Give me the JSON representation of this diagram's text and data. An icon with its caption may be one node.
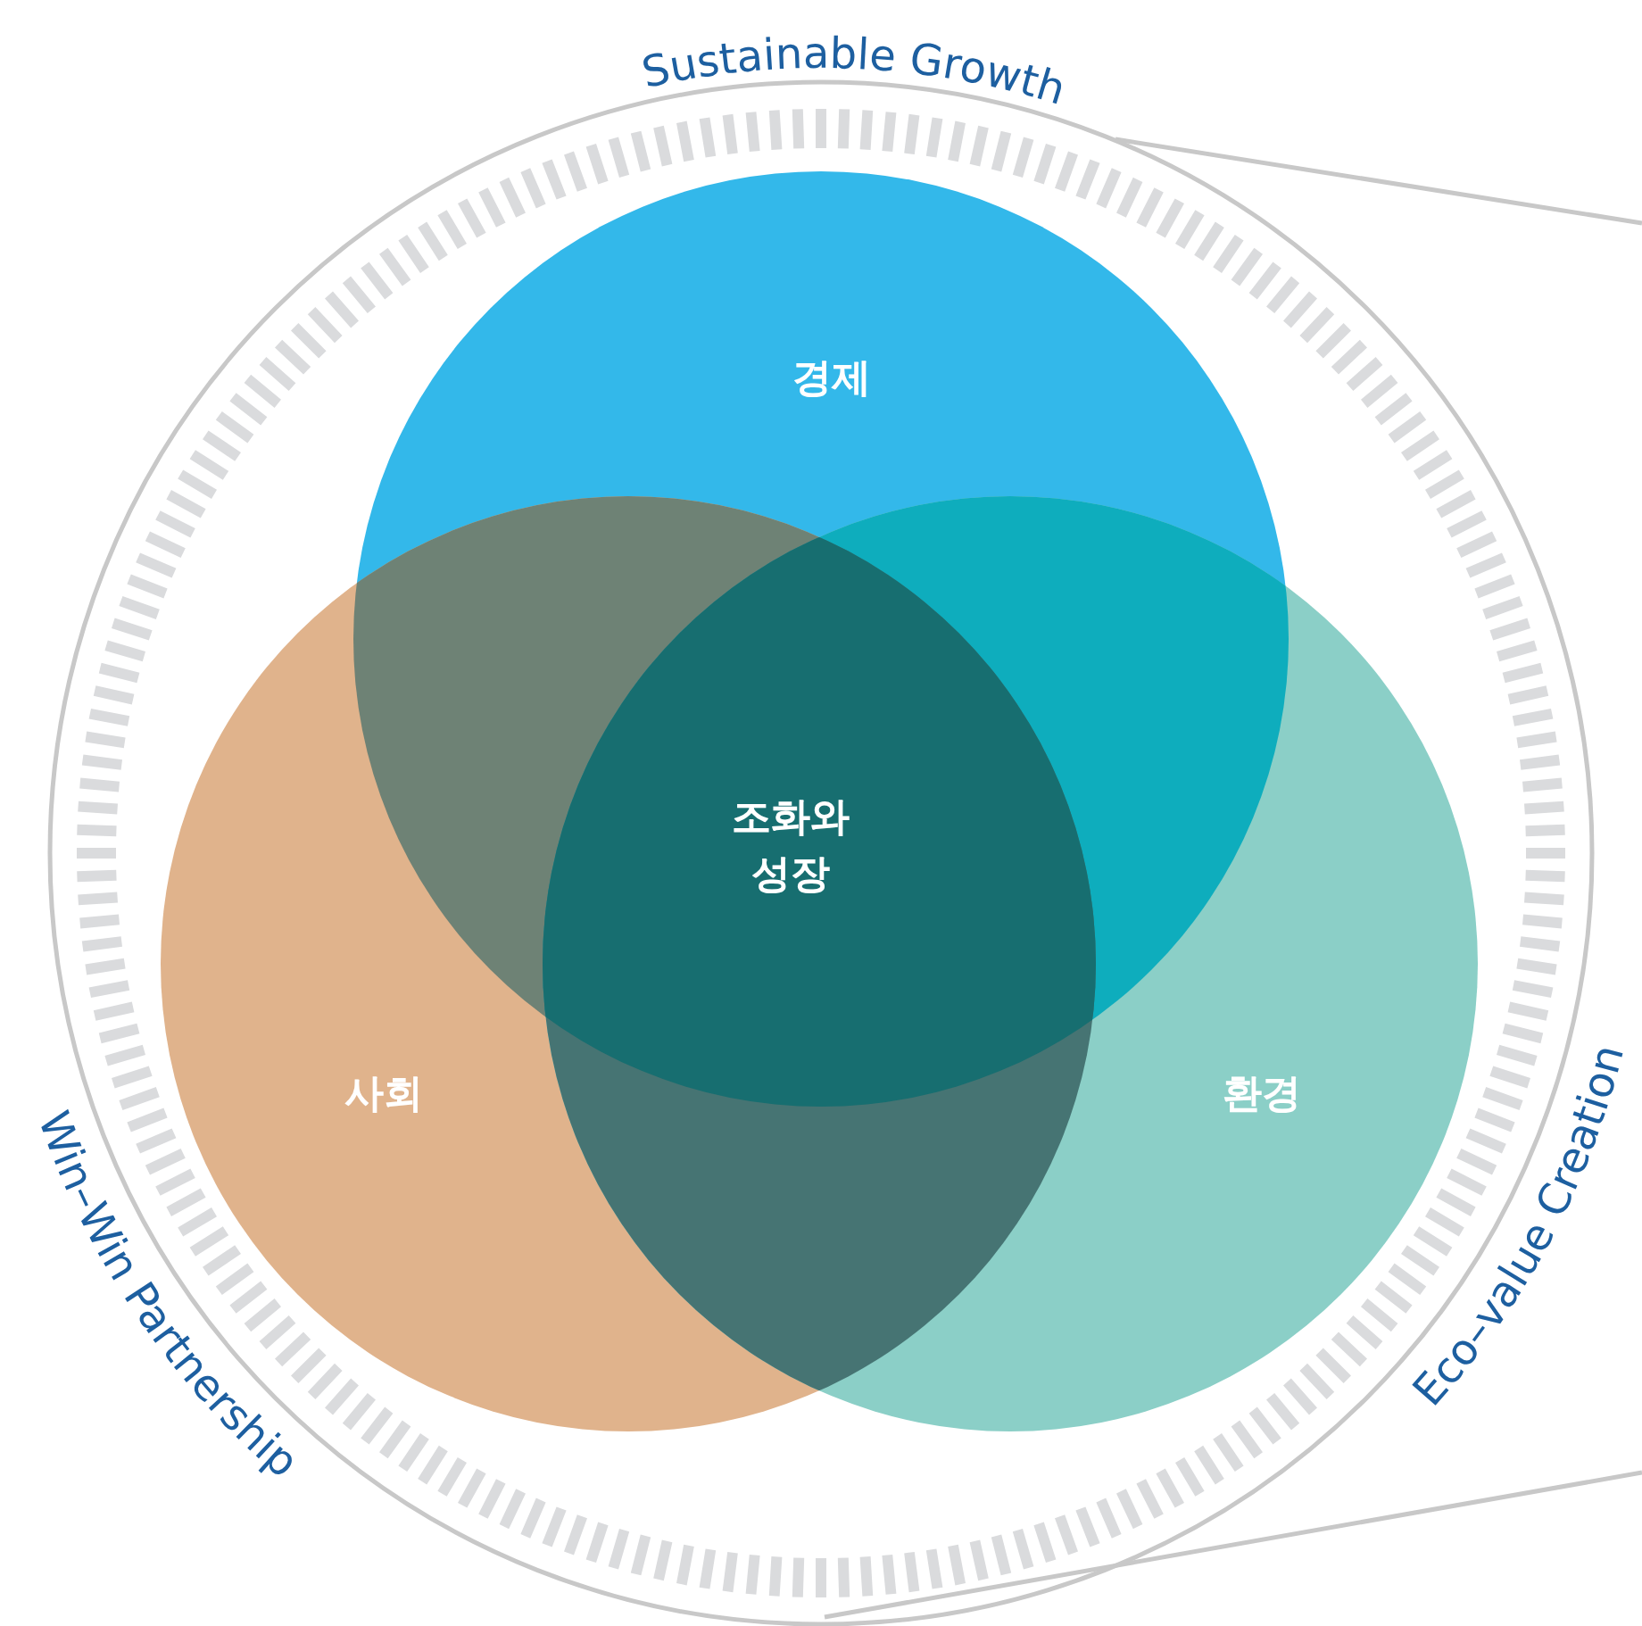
{
  "diagram": {
    "nodes": [
      {
        "text": [
          "경제"
        ]
      },
      {
        "text": [
          "사회"
        ]
      },
      {
        "text": [
          "환경"
        ]
      }
    ],
    "edges": [],
    "labels": [
      "Sustainable Growth",
      "조화와 성장",
      "Win–Win Partnership",
      "Eco–value Creation"
    ]
  }
}
